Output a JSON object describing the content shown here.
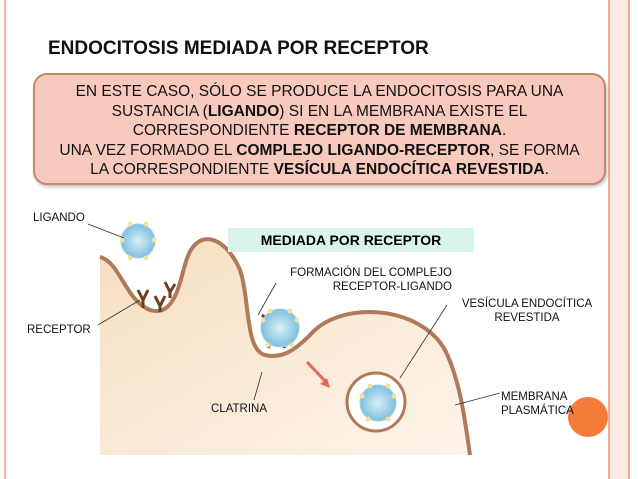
{
  "title": "ENDOCITOSIS MEDIADA POR RECEPTOR",
  "box": {
    "l1": "EN ESTE CASO, SÓLO SE PRODUCE LA ENDOCITOSIS PARA UNA",
    "l2a": "SUSTANCIA (",
    "l2b": "LIGANDO",
    "l2c": ") SI EN LA MEMBRANA EXISTE EL",
    "l3a": "CORRESPONDIENTE ",
    "l3b": "RECEPTOR DE MEMBRANA",
    "l3c": ".",
    "l4a": "UNA VEZ FORMADO EL ",
    "l4b": "COMPLEJO LIGANDO-RECEPTOR",
    "l4c": ", SE FORMA",
    "l5a": "LA CORRESPONDIENTE ",
    "l5b": "VESÍCULA ENDOCÍTICA REVESTIDA",
    "l5c": "."
  },
  "diagram": {
    "badge": "MEDIADA POR RECEPTOR",
    "ligando": "LIGANDO",
    "receptor": "RECEPTOR",
    "complejo1": "FORMACIÓN DEL COMPLEJO",
    "complejo2": "RECEPTOR-LIGANDO",
    "vesicula1": "VESÍCULA ENDOCÍTICA",
    "vesicula2": "REVESTIDA",
    "clatrina": "CLATRINA",
    "membrana1": "MEMBRANA",
    "membrana2": "PLASMÁTICA"
  },
  "colors": {
    "box_fill": "#f8c9bd",
    "accent": "#f47b3a",
    "membrane": "#b07a5a"
  }
}
